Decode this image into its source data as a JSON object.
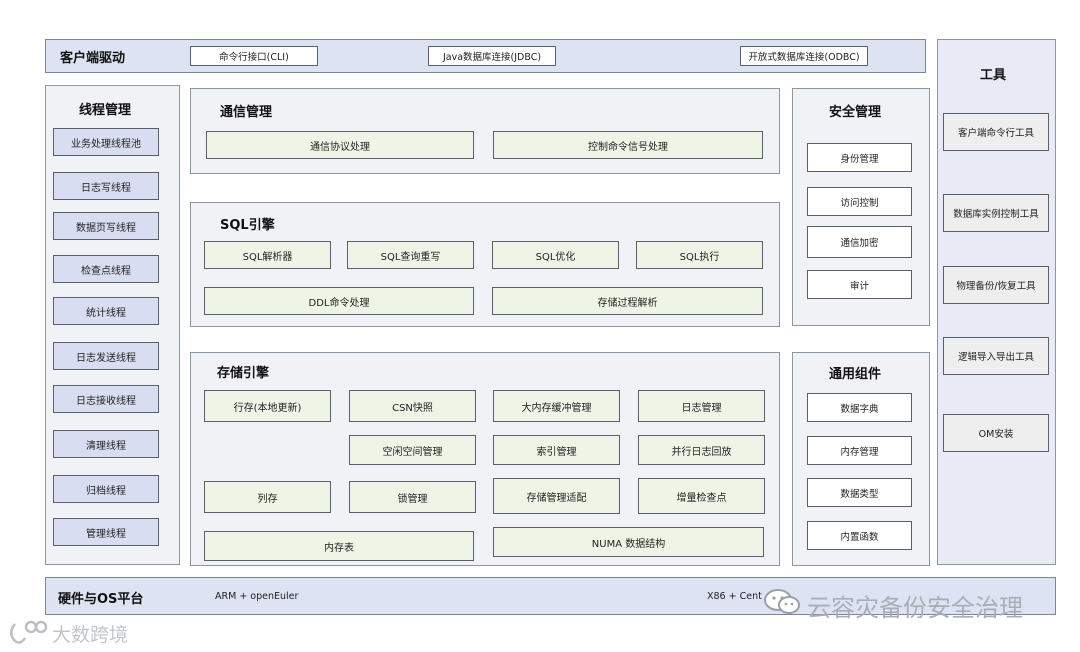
{
  "client_driver": {
    "title": "客户端驱动",
    "items": [
      "命令行接口(CLI)",
      "Java数据库连接(JDBC)",
      "开放式数据库连接(ODBC)"
    ]
  },
  "thread_mgmt": {
    "title": "线程管理",
    "items": [
      "业务处理线程池",
      "日志写线程",
      "数据页写线程",
      "检查点线程",
      "统计线程",
      "日志发送线程",
      "日志接收线程",
      "清理线程",
      "归档线程",
      "管理线程"
    ]
  },
  "comm_mgmt": {
    "title": "通信管理",
    "items": [
      "通信协议处理",
      "控制命令信号处理"
    ]
  },
  "sql_engine": {
    "title": "SQL引擎",
    "items": [
      "SQL解析器",
      "SQL查询重写",
      "SQL优化",
      "SQL执行",
      "DDL命令处理",
      "存储过程解析"
    ]
  },
  "storage_engine": {
    "title": "存储引擎",
    "items": [
      "行存(本地更新)",
      "CSN快照",
      "大内存缓冲管理",
      "日志管理",
      "空闲空间管理",
      "索引管理",
      "并行日志回放",
      "列存",
      "锁管理",
      "存储管理适配",
      "增量检查点",
      "内存表",
      "NUMA 数据结构"
    ]
  },
  "security_mgmt": {
    "title": "安全管理",
    "items": [
      "身份管理",
      "访问控制",
      "通信加密",
      "审计"
    ]
  },
  "common_components": {
    "title": "通用组件",
    "items": [
      "数据字典",
      "内存管理",
      "数据类型",
      "内置函数"
    ]
  },
  "tools": {
    "title": "工具",
    "items": [
      "客户端命令行工具",
      "数据库实例控制工具",
      "物理备份/恢复工具",
      "逻辑导入导出工具",
      "OM安装"
    ]
  },
  "platform": {
    "title": "硬件与OS平台",
    "items": [
      "ARM + openEuler",
      "X86 + Cent"
    ]
  },
  "watermarks": {
    "wechat": "云容灾备份安全治理",
    "bottom_left": "大数跨境"
  },
  "icons": [
    "wechat-icon",
    "logo-mark-icon"
  ],
  "colors": {
    "green_box": "#eef5e6",
    "lavender_box": "#d9ddf1",
    "panel": "#f1f2f6",
    "bar": "#dde3f2"
  }
}
